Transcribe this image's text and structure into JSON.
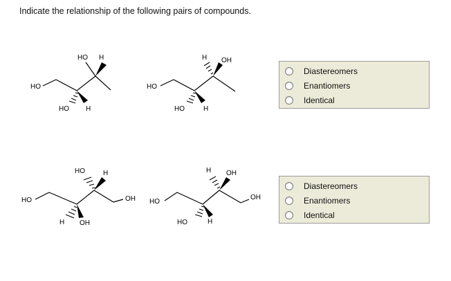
{
  "prompt": "Indicate the relationship of the following pairs of compounds.",
  "pairs": [
    {
      "molecules": [
        {
          "labels": {
            "ho_top": "HO",
            "h_top": "H",
            "ho_left": "HO",
            "ho_bottom": "HO",
            "h_bottom": "H"
          }
        },
        {
          "labels": {
            "h_top": "H",
            "oh_top": "OH",
            "ho_left": "HO",
            "ho_bottom": "HO",
            "h_bottom": "H"
          }
        }
      ],
      "options": [
        "Diastereomers",
        "Enantiomers",
        "Identical"
      ],
      "selected": null
    },
    {
      "molecules": [
        {
          "labels": {
            "ho_top": "HO",
            "h_top": "H",
            "ho_left": "HO",
            "oh_right": "OH",
            "h_bottom": "H",
            "oh_bottom": "OH"
          }
        },
        {
          "labels": {
            "h_top": "H",
            "oh_top": "OH",
            "ho_left": "HO",
            "oh_right": "OH",
            "ho_bottom": "HO",
            "h_bottom": "H"
          }
        }
      ],
      "options": [
        "Diastereomers",
        "Enantiomers",
        "Identical"
      ],
      "selected": null
    }
  ]
}
